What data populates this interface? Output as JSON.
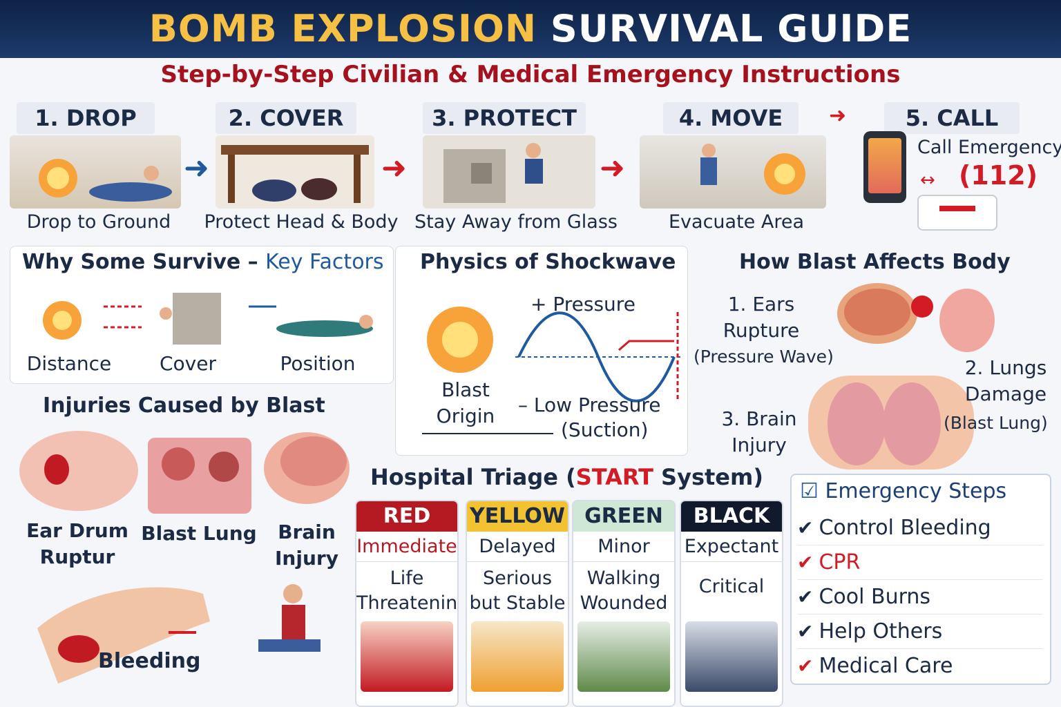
{
  "header": {
    "title_part1": "BOMB EXPLOSION",
    "title_part2": "SURVIVAL GUIDE"
  },
  "subtitle": "Step-by-Step Civilian & Medical Emergency Instructions",
  "steps": [
    {
      "label": "1. DROP",
      "caption": "Drop to Ground"
    },
    {
      "label": "2. COVER",
      "caption": "Protect Head & Body"
    },
    {
      "label": "3. PROTECT",
      "caption": "Stay Away from Glass"
    },
    {
      "label": "4. MOVE",
      "caption": "Evacuate Area"
    },
    {
      "label": "5. CALL",
      "caption": "Call Emergency",
      "number": "(112)"
    }
  ],
  "survive": {
    "title_main": "Why Some Survive –",
    "title_accent": "Key Factors",
    "factors": [
      "Distance",
      "Cover",
      "Position"
    ]
  },
  "shockwave": {
    "title": "Physics of Shockwave",
    "pos_label": "+ Pressure",
    "origin_label": "Blast Origin",
    "neg_label": "– Low Pressure",
    "neg_sub": "(Suction)"
  },
  "body": {
    "title": "How Blast Affects Body",
    "ears": "1. Ears Rupture",
    "ears_sub": "(Pressure Wave)",
    "lungs": "2. Lungs Damage",
    "lungs_sub": "(Blast Lung)",
    "brain": "3. Brain Injury"
  },
  "injuries": {
    "title": "Injuries Caused by Blast",
    "items": [
      "Ear Drum Ruptur",
      "Blast Lung",
      "Brain Injury",
      "Bleeding"
    ]
  },
  "triage": {
    "title_pre": "Hospital Triage (",
    "title_accent": "START",
    "title_post": " System)",
    "columns": [
      {
        "name": "RED",
        "category": "Immediate",
        "desc": "Life Threatening",
        "color": "#b51a22",
        "head_bg": "#b51a22",
        "head_fg": "#ffffff"
      },
      {
        "name": "YELLOW",
        "category": "Delayed",
        "desc": "Serious but Stable",
        "color": "#f2c230",
        "head_bg": "#f2c230",
        "head_fg": "#1b2a45"
      },
      {
        "name": "GREEN",
        "category": "Minor",
        "desc": "Walking Wounded",
        "color": "#bfe0c8",
        "head_bg": "#cfe8d6",
        "head_fg": "#1b2a45"
      },
      {
        "name": "BLACK",
        "category": "Expectant",
        "desc": "Critical",
        "color": "#111a2c",
        "head_bg": "#111a2c",
        "head_fg": "#ffffff"
      }
    ]
  },
  "emergency": {
    "title": "Emergency Steps",
    "items": [
      {
        "text": "Control Bleeding",
        "color": "#1b2a45"
      },
      {
        "text": "CPR",
        "color": "#d21b24"
      },
      {
        "text": "Cool Burns",
        "color": "#1b2a45"
      },
      {
        "text": "Help Others",
        "color": "#1b2a45"
      },
      {
        "text": "Medical Care",
        "color": "#1b2a45"
      }
    ]
  }
}
